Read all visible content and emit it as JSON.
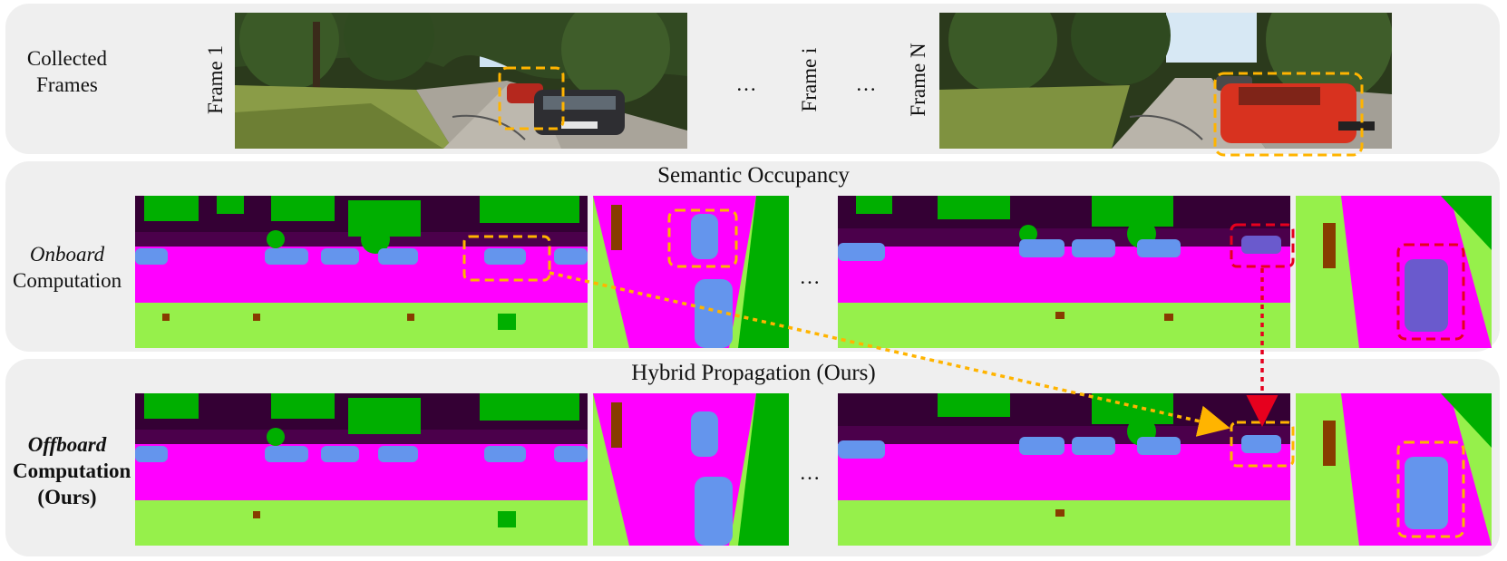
{
  "rows": {
    "collected": {
      "label_line1": "Collected",
      "label_line2": "Frames"
    },
    "onboard": {
      "label_line1": "Onboard",
      "label_line2": "Computation"
    },
    "offboard": {
      "label_line1": "Offboard",
      "label_line2": "Computation",
      "label_line3": "(Ours)"
    }
  },
  "frames": {
    "first": "Frame 1",
    "middle": "Frame i",
    "last": "Frame N",
    "ellipsis": "…"
  },
  "sections": {
    "semantic": "Semantic Occupancy",
    "hybrid": "Hybrid Propagation (Ours)"
  },
  "colors": {
    "road": "#ff00ff",
    "car": "#6495ed",
    "terrain": "#96f04b",
    "vegetation": "#00af00",
    "sidewalk": "#4b004b",
    "trunk": "#873c00",
    "highlight_orange": "#ffb400",
    "highlight_red": "#e6001e"
  }
}
